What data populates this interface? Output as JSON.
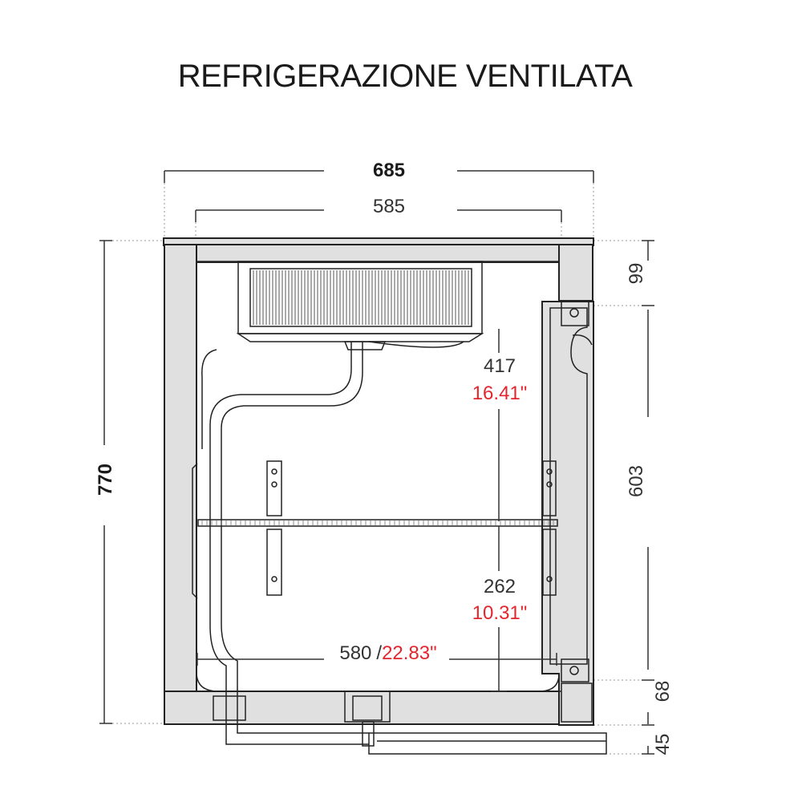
{
  "title": "REFRIGERAZIONE VENTILATA",
  "dimensions": {
    "outer_width": "685",
    "inner_width": "585",
    "total_height": "770",
    "top_section": "99",
    "door_height": "603",
    "base_section": "68",
    "bottom_section": "45",
    "upper_compartment_mm": "417",
    "upper_compartment_in": "16.41\"",
    "lower_compartment_mm": "262",
    "lower_compartment_in": "10.31\"",
    "depth_mm": "580",
    "depth_separator": "/",
    "depth_in": "22.83\""
  }
}
